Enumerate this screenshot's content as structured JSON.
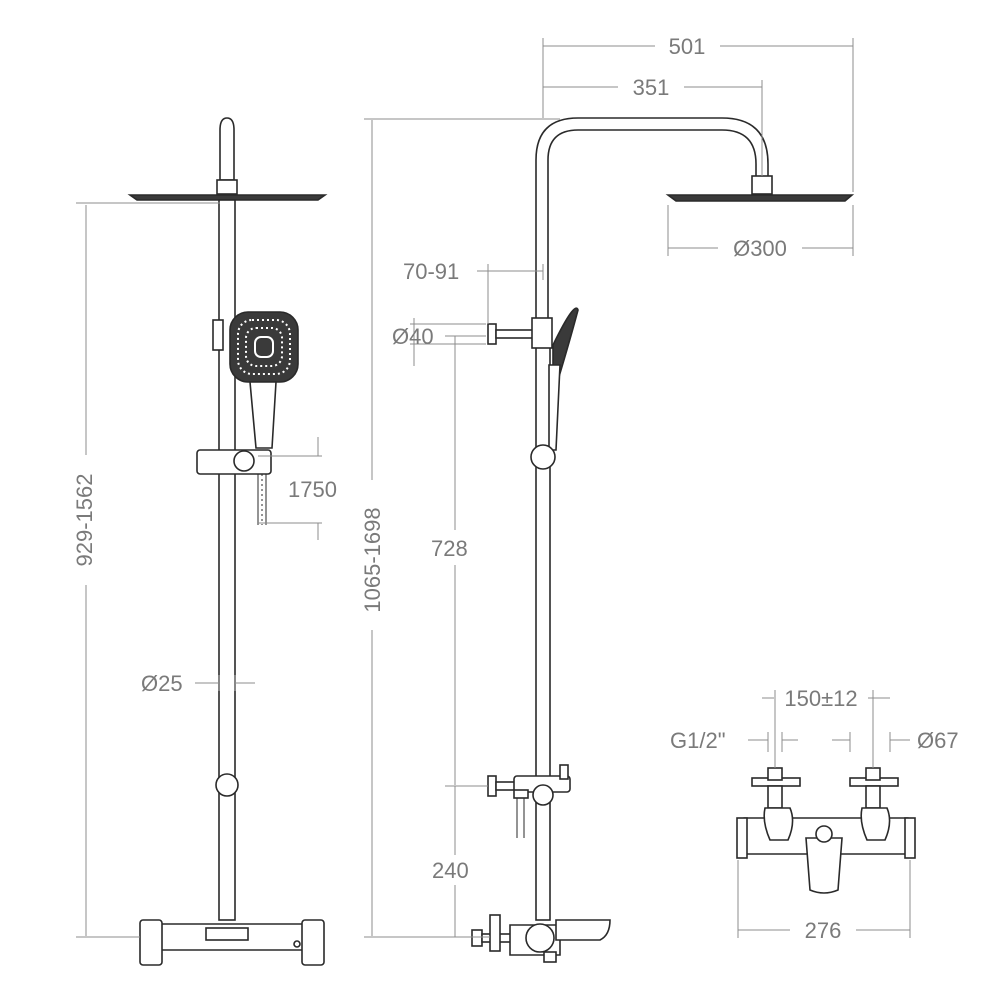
{
  "dimensions": {
    "front_total_height": "929-1562",
    "hose_length": "1750",
    "rail_diameter": "Ø25",
    "side_total_height": "1065-1698",
    "arm_length_total": "501",
    "arm_length_inner": "351",
    "head_diameter": "Ø300",
    "bracket_projection": "70-91",
    "bracket_diameter": "Ø40",
    "rail_height": "728",
    "mixer_height": "240",
    "inlet_spacing": "150±12",
    "inlet_thread": "G1/2\"",
    "escutcheon_diameter": "Ø67",
    "mixer_width": "276"
  },
  "colors": {
    "line": "#2a2a2a",
    "dimension": "#8c8c8c",
    "text": "#7a7a7a"
  }
}
